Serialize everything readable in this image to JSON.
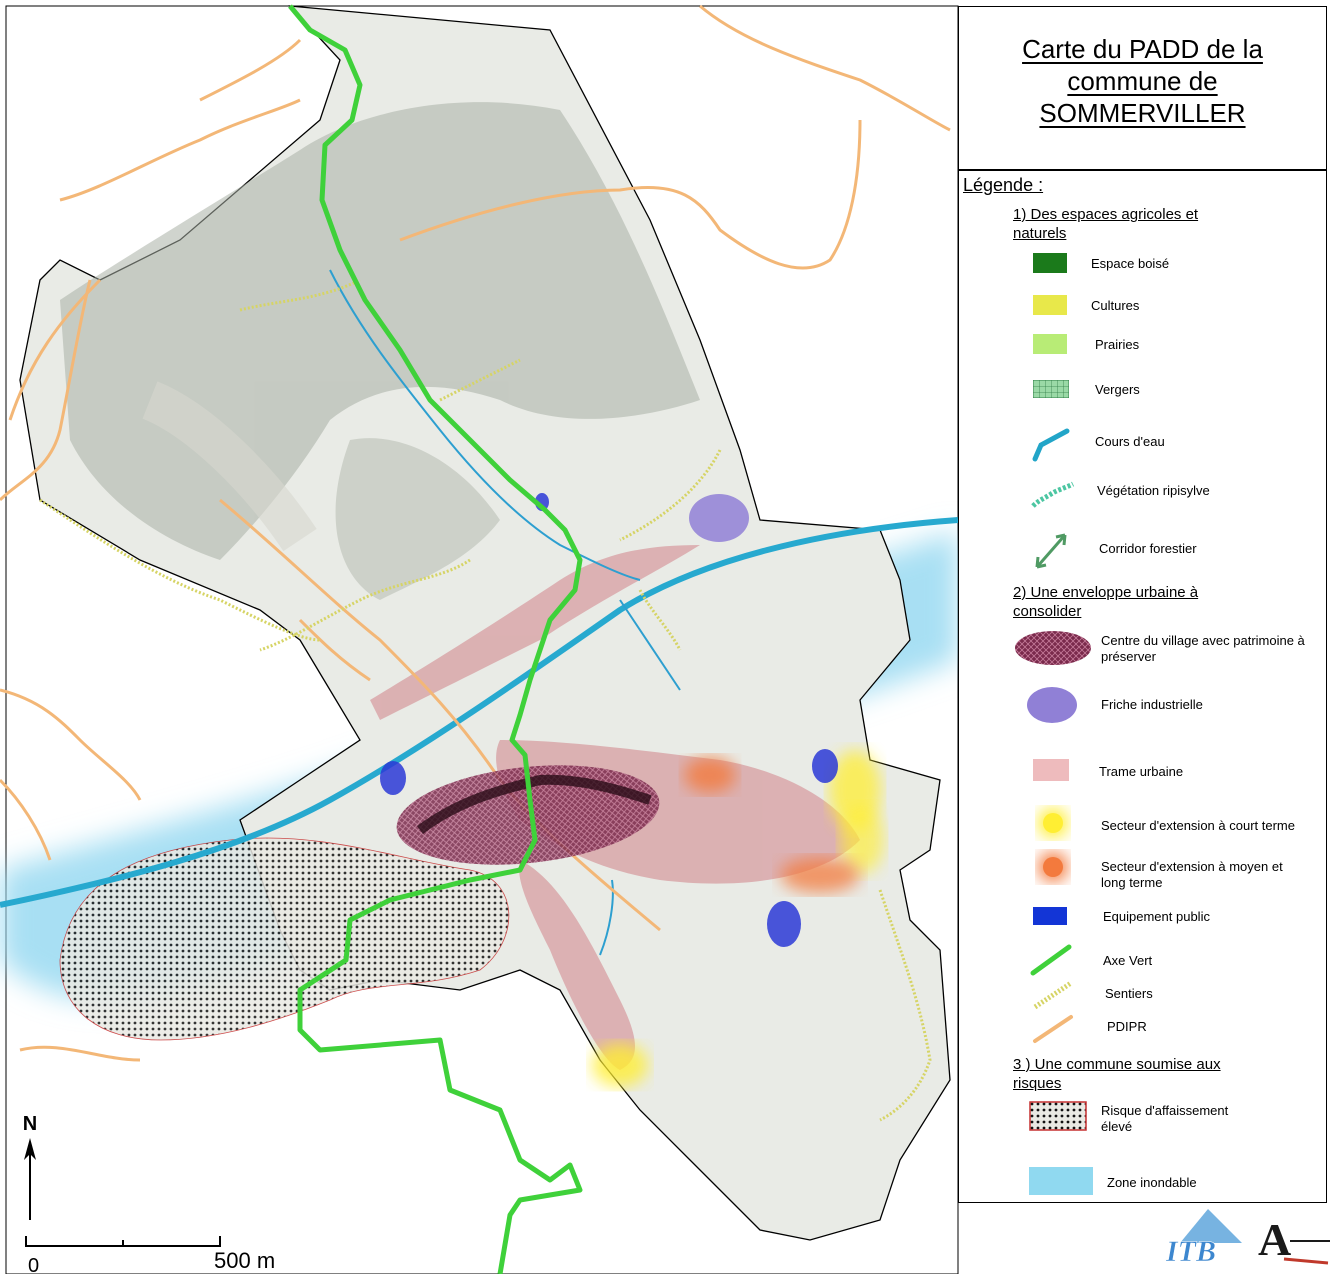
{
  "title": {
    "lines": [
      "Carte du PADD de la",
      "commune de",
      "SOMMERVILLER"
    ]
  },
  "legend": {
    "heading": "Légende :",
    "sections": [
      "1) Des espaces agricoles et naturels",
      "2) Une enveloppe urbaine à consolider",
      "3 ) Une commune soumise aux risques"
    ],
    "items": [
      {
        "label": "Espace boisé",
        "color": "#1b7a1b"
      },
      {
        "label": "Cultures",
        "color": "#e8e84a"
      },
      {
        "label": "Prairies",
        "color": "#b8ec76"
      },
      {
        "label": "Vergers",
        "color": "#5fbf73"
      },
      {
        "label": "Cours d'eau",
        "color": "#22a5c8"
      },
      {
        "label": "Végétation ripisylve",
        "color": "#4cc6a2"
      },
      {
        "label": "Corridor forestier",
        "color": "#4f9a63"
      },
      {
        "label": "Centre du village avec patrimoine à préserver",
        "color": "#9a2b5c"
      },
      {
        "label": "Friche industrielle",
        "color": "#9080d6"
      },
      {
        "label": "Trame urbaine",
        "color": "#eebbbd"
      },
      {
        "label": "Secteur d'extension à court terme",
        "color": "#ffee33"
      },
      {
        "label": "Secteur d'extension à moyen et long terme",
        "color": "#f37a3d"
      },
      {
        "label": "Equipement public",
        "color": "#1335d6"
      },
      {
        "label": "Axe Vert",
        "color": "#3fd13a"
      },
      {
        "label": "Sentiers",
        "color": "#d6d465"
      },
      {
        "label": "PDIPR",
        "color": "#f3b777"
      },
      {
        "label": "Risque d'affaissement élevé",
        "color": "#c63030"
      },
      {
        "label": "Zone inondable",
        "color": "#90d9f0"
      }
    ]
  },
  "north_label": "N",
  "scale": {
    "start": "0",
    "end": "500 m"
  },
  "logos": {
    "itb": "ITB",
    "atelier": "A"
  }
}
